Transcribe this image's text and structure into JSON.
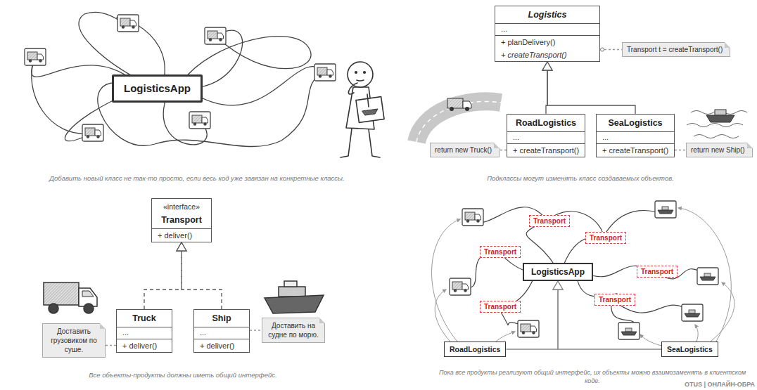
{
  "diagram": {
    "nodes": [
      {
        "text": [
          "LogisticsApp"
        ]
      },
      {
        "text": [
          "Logistics",
          "...",
          "+ planDelivery()",
          "+ createTransport()"
        ]
      },
      {
        "text": [
          "Transport t = createTransport()"
        ]
      },
      {
        "text": [
          "RoadLogistics",
          "...",
          "+ createTransport()"
        ]
      },
      {
        "text": [
          "SeaLogistics",
          "...",
          "+ createTransport()"
        ]
      },
      {
        "text": [
          "return new Truck()"
        ]
      },
      {
        "text": [
          "return new Ship()"
        ]
      },
      {
        "text": [
          "«interface»",
          "Transport",
          "+ deliver()"
        ]
      },
      {
        "text": [
          "Truck",
          "...",
          "+ deliver()"
        ]
      },
      {
        "text": [
          "Ship",
          "...",
          "+ deliver()"
        ]
      },
      {
        "text": [
          "Доставить грузовиком по суше."
        ]
      },
      {
        "text": [
          "Доставить на судне по морю."
        ]
      },
      {
        "text": [
          "LogisticsApp"
        ]
      },
      {
        "text": [
          "Transport"
        ]
      },
      {
        "text": [
          "Transport"
        ]
      },
      {
        "text": [
          "Transport"
        ]
      },
      {
        "text": [
          "Transport"
        ]
      },
      {
        "text": [
          "Transport"
        ]
      },
      {
        "text": [
          "Transport"
        ]
      },
      {
        "text": [
          "RoadLogistics"
        ]
      },
      {
        "text": [
          "SeaLogistics"
        ]
      }
    ],
    "edges": [
      {
        "from": 3,
        "to": 1,
        "arrow": "to"
      },
      {
        "from": 4,
        "to": 1,
        "arrow": "to"
      },
      {
        "from": 1,
        "to": 2,
        "arrow": "none"
      },
      {
        "from": 3,
        "to": 5,
        "arrow": "none"
      },
      {
        "from": 4,
        "to": 6,
        "arrow": "none"
      },
      {
        "from": 8,
        "to": 7,
        "arrow": "to"
      },
      {
        "from": 9,
        "to": 7,
        "arrow": "to"
      },
      {
        "from": 8,
        "to": 10,
        "arrow": "none"
      },
      {
        "from": 9,
        "to": 11,
        "arrow": "none"
      },
      {
        "from": 19,
        "to": 12,
        "arrow": "to"
      },
      {
        "from": 20,
        "to": 12,
        "arrow": "to"
      }
    ],
    "labels": [
      "Добавить новый класс не так-то просто, если весь код уже завязан на конкретные классы.",
      "Подклассы могут изменять класс создаваемых объектов.",
      "Все объекты-продукты должны иметь общий интерфейс.",
      "Пока все продукты реализуют общий интерфейс, их объекты можно взаимозаменять в клиентском коде.",
      "OTUS | ОНЛАЙН-ОБРА"
    ]
  }
}
